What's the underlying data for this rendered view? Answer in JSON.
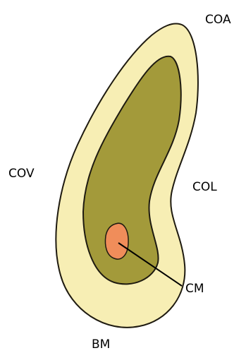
{
  "labels": {
    "coa": "COA",
    "cov": "COV",
    "col": "COL",
    "cm": "CM",
    "bm": "BM"
  },
  "colors": {
    "outer_fill": "#f7eeb4",
    "inner_fill": "#a39a3a",
    "core_fill": "#f08d5a",
    "outline": "#1e1a10",
    "leader_line": "#000000",
    "background": "#ffffff"
  }
}
